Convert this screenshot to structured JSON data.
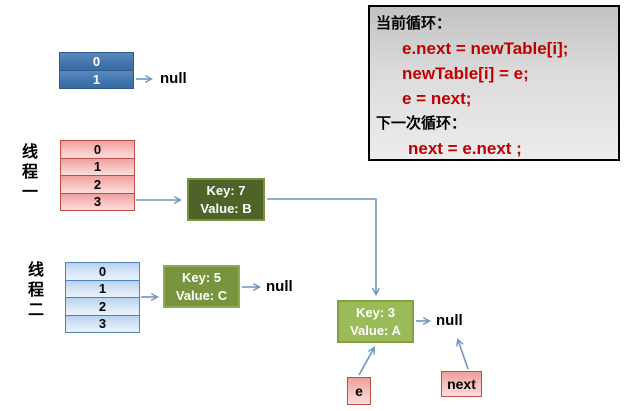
{
  "code_box": {
    "line1": "当前循环：",
    "line2": "e.next = newTable[i];",
    "line3": "newTable[i] = e;",
    "line4": "e = next;",
    "line5": "下一次循环：",
    "line6": "next = e.next ;"
  },
  "top_table": {
    "cells": [
      "0",
      "1"
    ],
    "null_label": "null"
  },
  "thread1": {
    "label": "线程一",
    "label_chars": [
      "线",
      "程",
      "一"
    ],
    "cells": [
      "0",
      "1",
      "2",
      "3"
    ]
  },
  "thread2": {
    "label": "线程二",
    "label_chars": [
      "线",
      "程",
      "二"
    ],
    "cells": [
      "0",
      "1",
      "2",
      "3"
    ]
  },
  "nodes": {
    "key7": {
      "key": "Key: 7",
      "value": "Value: B"
    },
    "key5": {
      "key": "Key: 5",
      "value": "Value: C"
    },
    "key3": {
      "key": "Key: 3",
      "value": "Value: A"
    }
  },
  "null_after_key5": "null",
  "null_after_key3": "null",
  "pointers": {
    "e": "e",
    "next": "next"
  },
  "colors": {
    "arrow": "#6d94c4",
    "code_red": "#c00000",
    "code_black": "#000000",
    "code_box_border": "#000000",
    "dark_blue_table_fill": "#4376ae",
    "dark_blue_table_border": "#2e5a8c",
    "pink_fill": "#f5b3b0",
    "pink_border": "#bf4e4a",
    "light_blue_fill": "#d8e7f7",
    "light_blue_border": "#4f81bd",
    "key7_fill": "#4f6228",
    "key7_border": "#77933c",
    "key5_fill": "#78943e",
    "key3_fill": "#9bbb59",
    "key3_border": "#82a23f"
  }
}
